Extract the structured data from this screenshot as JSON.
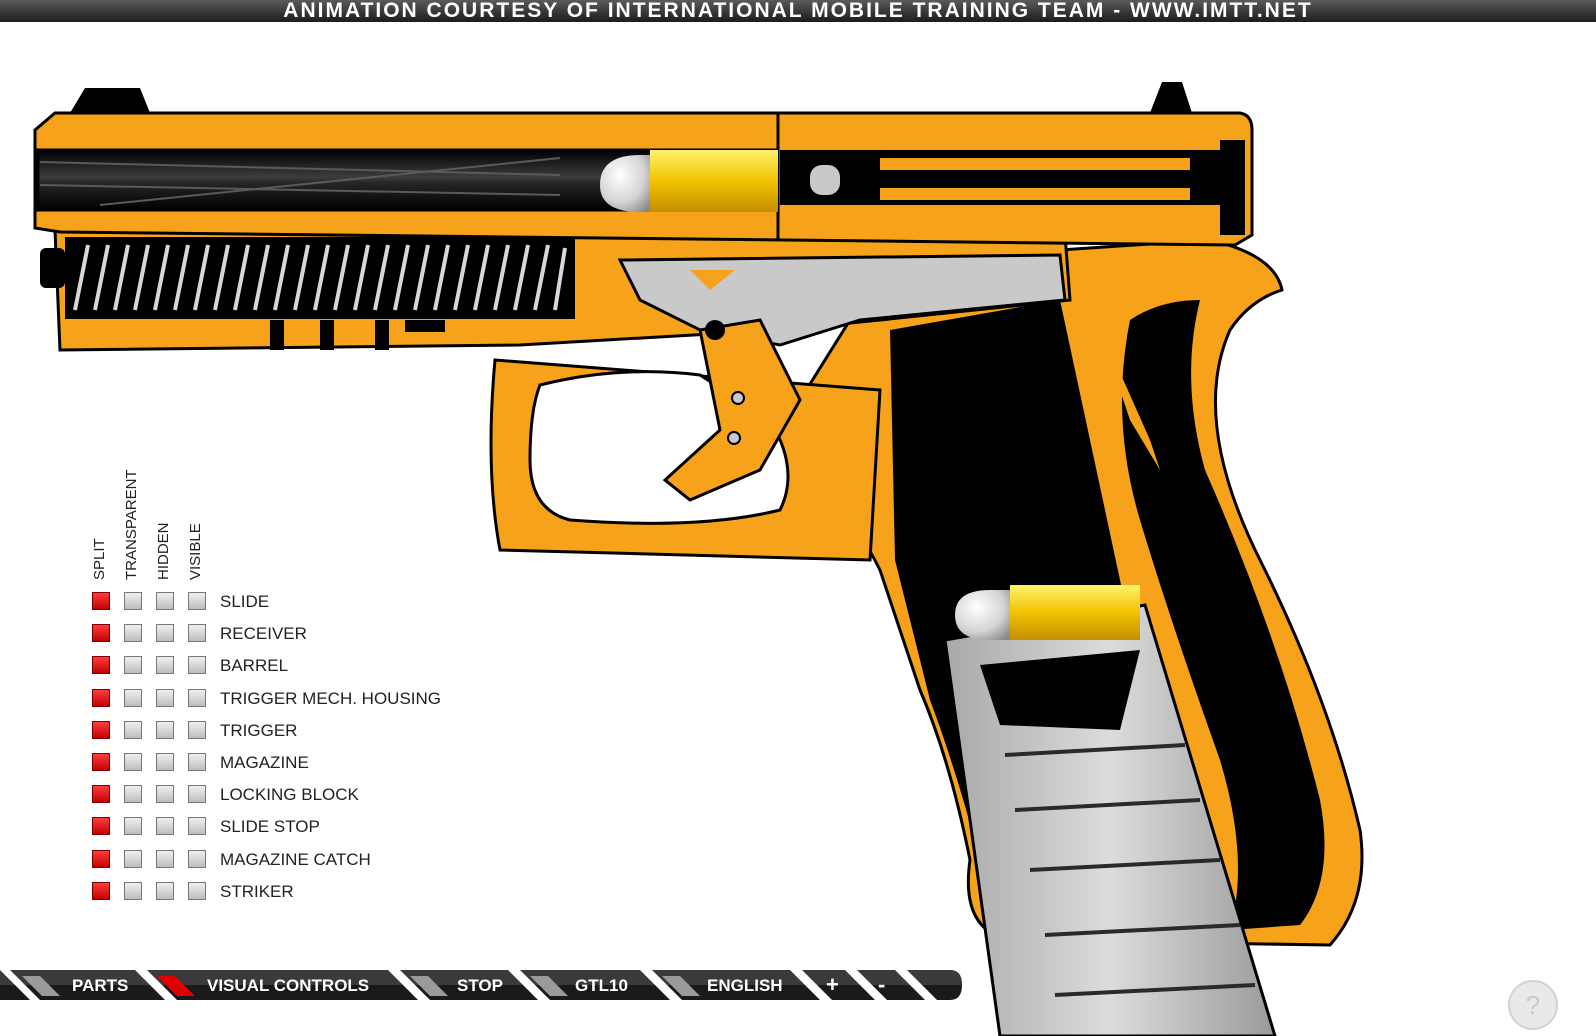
{
  "banner": "ANIMATION COURTESY OF INTERNATIONAL MOBILE TRAINING TEAM - WWW.IMTT.NET",
  "column_headers": [
    "SPLIT",
    "TRANSPARENT",
    "HIDDEN",
    "VISIBLE"
  ],
  "parts": [
    {
      "label": "SLIDE",
      "selected": "SPLIT"
    },
    {
      "label": "RECEIVER",
      "selected": "SPLIT"
    },
    {
      "label": "BARREL",
      "selected": "SPLIT"
    },
    {
      "label": "TRIGGER MECH. HOUSING",
      "selected": "SPLIT"
    },
    {
      "label": "TRIGGER",
      "selected": "SPLIT"
    },
    {
      "label": "MAGAZINE",
      "selected": "SPLIT"
    },
    {
      "label": "LOCKING BLOCK",
      "selected": "SPLIT"
    },
    {
      "label": "SLIDE STOP",
      "selected": "SPLIT"
    },
    {
      "label": "MAGAZINE CATCH",
      "selected": "SPLIT"
    },
    {
      "label": "STRIKER",
      "selected": "SPLIT"
    }
  ],
  "toolbar": {
    "parts": "PARTS",
    "visual_controls": "VISUAL CONTROLS",
    "stop": "STOP",
    "model": "GTL10",
    "language": "ENGLISH",
    "zoom_in": "+",
    "zoom_out": "-",
    "active": "VISUAL CONTROLS"
  },
  "help": "?",
  "colors": {
    "frame": "#f7a21b",
    "outline": "#000000",
    "metal": "#c9c9c9",
    "brass": "#f2c200",
    "selected": "#e00000",
    "banner": "#2a2a2a"
  }
}
